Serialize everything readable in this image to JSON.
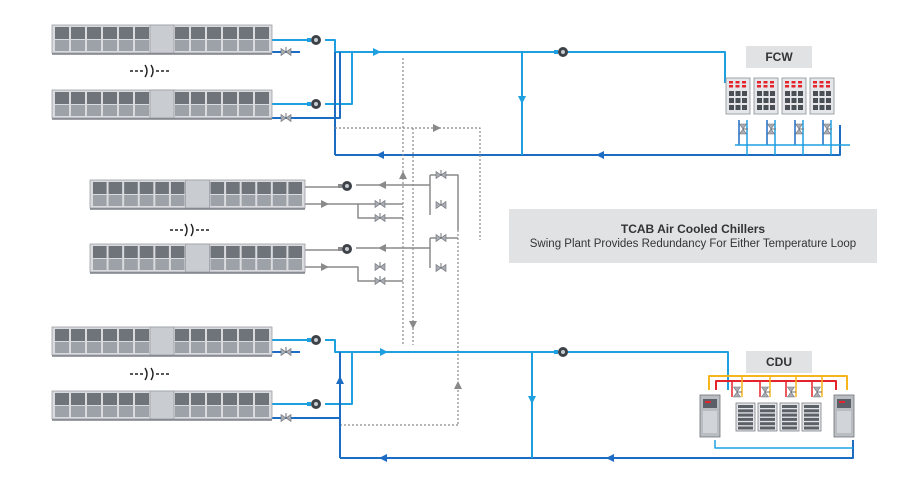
{
  "labels": {
    "fcw": "FCW",
    "cdu": "CDU",
    "info_title": "TCAB Air Cooled Chillers",
    "info_subtitle": "Swing Plant Provides Redundancy For Either Temperature Loop"
  },
  "colors": {
    "supply": "#1ea0e0",
    "return": "#1c6cc4",
    "swing": "#8a8a8a",
    "hot": "#e5232a",
    "warm": "#f6b51c",
    "box": "#e1e2e4"
  },
  "icons": {
    "chiller": "air-cooled-chiller-icon",
    "pump": "pump-icon",
    "valve": "valve-icon",
    "fan_coil": "fan-coil-wall-icon",
    "cdu": "coolant-distribution-unit-icon",
    "break": "break-symbol-icon"
  }
}
